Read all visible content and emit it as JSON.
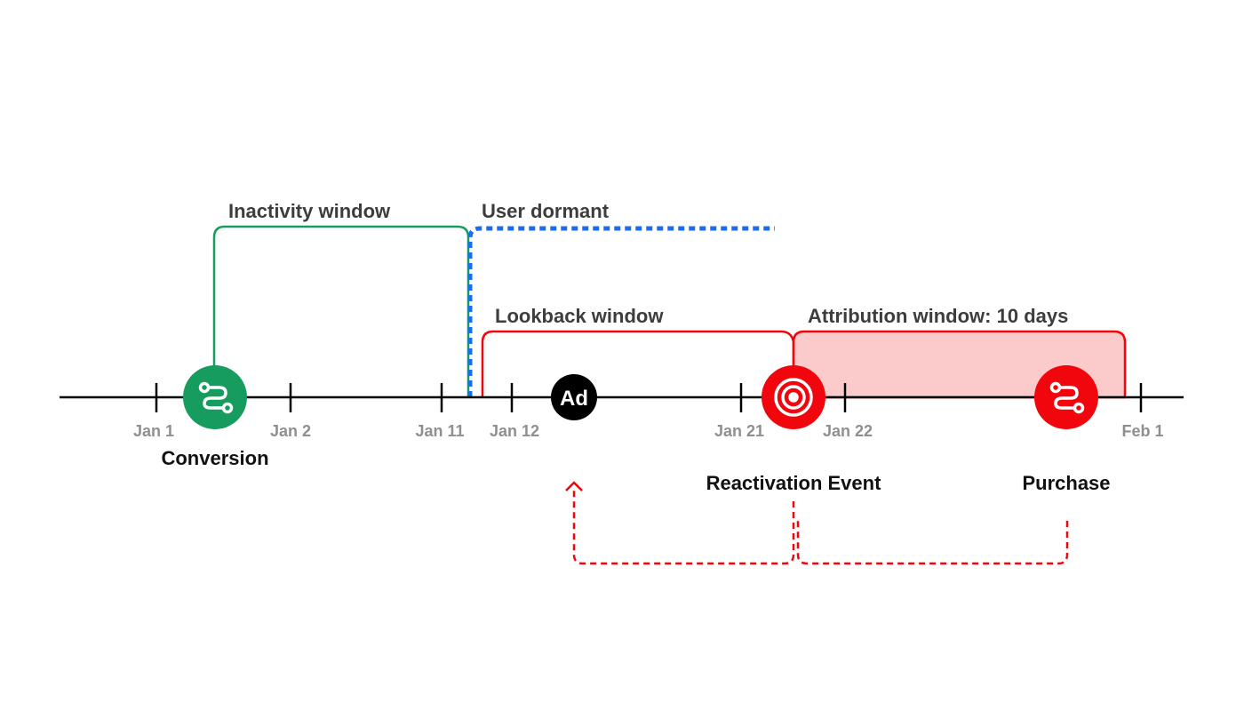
{
  "colors": {
    "green": "#169c5e",
    "red": "#f2060d",
    "red_fill": "#fbcaca",
    "blue": "#1a6df0",
    "axis": "#000000"
  },
  "windows": {
    "inactivity": "Inactivity window",
    "dormant": "User dormant",
    "lookback": "Lookback window",
    "attribution": "Attribution window: 10 days"
  },
  "ticks": [
    "Jan 1",
    "Jan 2",
    "Jan 11",
    "Jan 12",
    "Jan 21",
    "Jan 22",
    "Feb 1"
  ],
  "events": {
    "conversion": {
      "label": "Conversion",
      "icon": "route-icon"
    },
    "ad": {
      "label": "Ad",
      "icon": "ad-badge"
    },
    "reactivation": {
      "label": "Reactivation Event",
      "icon": "target-icon"
    },
    "purchase": {
      "label": "Purchase",
      "icon": "route-icon"
    }
  }
}
